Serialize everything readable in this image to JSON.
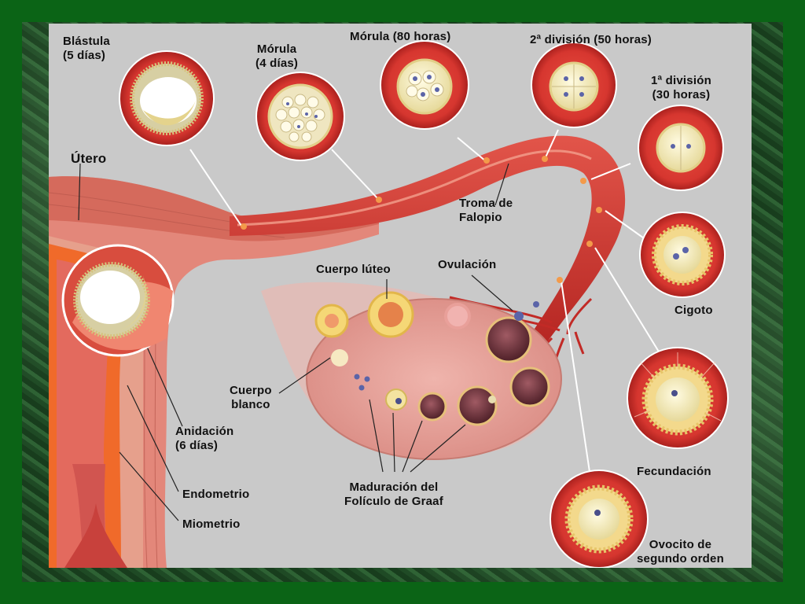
{
  "labels": {
    "blastula": "Blástula\n(5 días)",
    "morula4": "Mórula\n(4 días)",
    "morula80": "Mórula (80 horas)",
    "division2": "2ª  división  (50 horas)",
    "division1": "1ª división\n(30 horas)",
    "utero": "Útero",
    "trompa": "Troma de\nFalopio",
    "cuerpo_luteo": "Cuerpo lúteo",
    "ovulacion": "Ovulación",
    "cigoto": "Cigoto",
    "cuerpo_blanco": "Cuerpo\nblanco",
    "anidacion": "Anidación\n(6 días)",
    "endometrio": "Endometrio",
    "miometrio": "Miometrio",
    "fecundacion": "Fecundación",
    "maduracion": "Maduración del\nFolículo de Graaf",
    "ovocito": "Ovocito de\nsegundo orden"
  },
  "colors": {
    "frame_green": "#0b6416",
    "panel_gray": "#c9c9c9",
    "tissue_red": "#d9453d",
    "tissue_light": "#f0a79a",
    "ovary_pink": "#e7a7a0",
    "cell_yellow": "#f4ecc0"
  }
}
